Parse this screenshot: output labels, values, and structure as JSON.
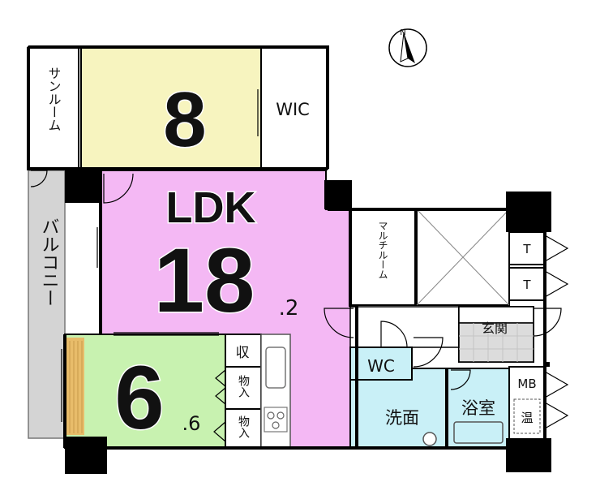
{
  "rooms": {
    "sunroom": "サンルーム",
    "bedroom_top_size": "8",
    "wic": "WIC",
    "ldk_label": "LDK",
    "ldk_size_main": "18",
    "ldk_size_decimal": ".2",
    "balcony": "バルコニー",
    "bedroom_bottom_size_main": "6",
    "bedroom_bottom_size_decimal": ".6",
    "storage_shu": "収",
    "storage_1": "物入",
    "storage_2": "物入",
    "multi_room": "マルチルーム",
    "entrance": "玄関",
    "wc": "WC",
    "washroom": "洗面",
    "bathroom": "浴室",
    "mb": "MB",
    "heater": "温",
    "toilet_t1": "T",
    "toilet_t2": "T",
    "compass_n": "N"
  },
  "colors": {
    "bedroom_top": "#f7f4bf",
    "ldk": "#f4b8f4",
    "bedroom_bottom": "#c8f2b0",
    "balcony": "#d4d4d4",
    "wet_area": "#c9f0f7",
    "entrance_floor": "#dcdcdc",
    "wall": "#000000",
    "wood": "#e8bc6a"
  }
}
